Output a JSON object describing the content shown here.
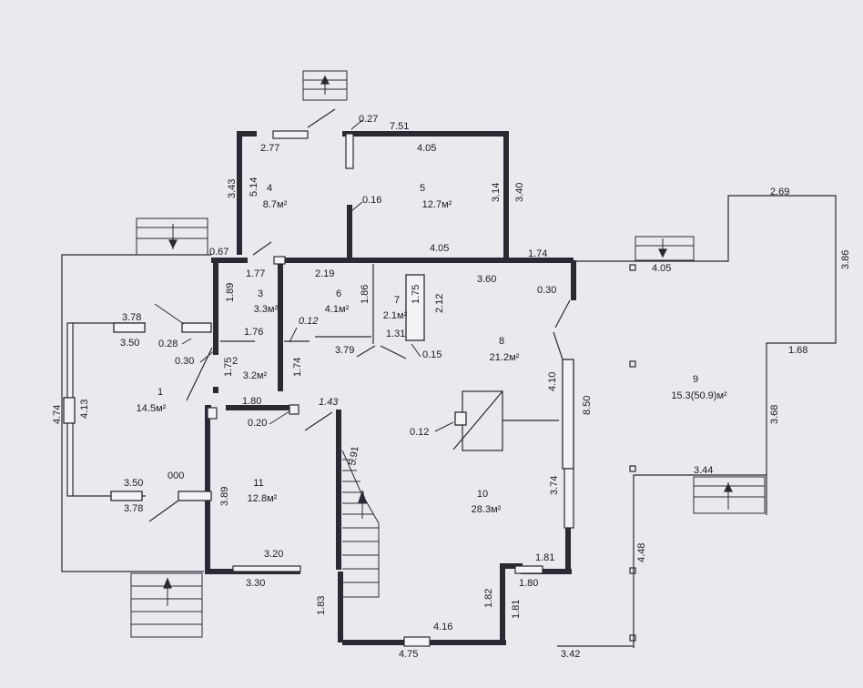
{
  "plan": {
    "rooms": [
      {
        "id": "1",
        "area": "14.5м²"
      },
      {
        "id": "2",
        "area": "3.2м²"
      },
      {
        "id": "3",
        "area": "3.3м²"
      },
      {
        "id": "4",
        "area": "8.7м²"
      },
      {
        "id": "5",
        "area": "12.7м²"
      },
      {
        "id": "6",
        "area": "4.1м²"
      },
      {
        "id": "7",
        "area": "2.1м²"
      },
      {
        "id": "8",
        "area": "21.2м²"
      },
      {
        "id": "9",
        "area": "15.3(50.9)м²"
      },
      {
        "id": "10",
        "area": "28.3м²"
      },
      {
        "id": "11",
        "area": "12.8м²"
      }
    ],
    "dimensions": [
      "0.27",
      "7.51",
      "2.77",
      "4.05",
      "3.43",
      "5.14",
      "0.16",
      "3.14",
      "3.40",
      "2.69",
      "3.86",
      "0.67",
      "1.77",
      "2.19",
      "1.86",
      "1.75",
      "2.12",
      "4.05",
      "1.74",
      "3.60",
      "4.05",
      "0.30",
      "1.89",
      "3.78",
      "3.50",
      "0.28",
      "1.76",
      "0.12",
      "1.31",
      "3.79",
      "0.15",
      "0.30",
      "1.75",
      "1.74",
      "4.74",
      "4.13",
      "1.80",
      "1.43",
      "0.20",
      "5.91",
      "4.10",
      "8.50",
      "0.12",
      "1.68",
      "3.68",
      "3.50",
      "000",
      "3.78",
      "3.89",
      "3.74",
      "3.44",
      "4.48",
      "3.20",
      "1.81",
      "1.80",
      "3.30",
      "1.83",
      "1.82",
      "1.81",
      "4.16",
      "4.75",
      "3.42"
    ]
  }
}
